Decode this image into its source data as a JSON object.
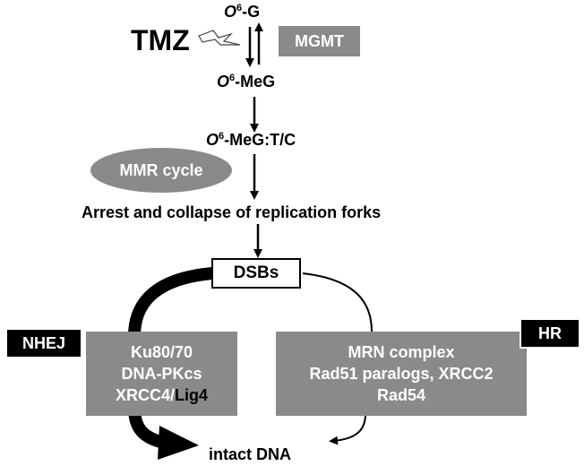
{
  "top": {
    "o6g_prefix": "O",
    "o6g_sup": "6",
    "o6g_suffix": "-G",
    "tmz": "TMZ",
    "mgmt": "MGMT",
    "o6meg_prefix": "O",
    "o6meg_sup": "6",
    "o6meg_suffix": "-MeG",
    "o6megtc_prefix": "O",
    "o6megtc_sup": "6",
    "o6megtc_suffix": "-MeG:T/C"
  },
  "mmr": "MMR cycle",
  "arrest": "Arrest and collapse of replication forks",
  "dsbs": "DSBs",
  "nhej": {
    "tag": "NHEJ",
    "lines": [
      "Ku80/70",
      "DNA-PKcs"
    ],
    "line3_a": "XRCC4/",
    "line3_b": "Lig4"
  },
  "hr": {
    "tag": "HR",
    "lines": [
      "MRN complex",
      "Rad51 paralogs, XRCC2",
      "Rad54"
    ]
  },
  "result": "intact DNA",
  "colors": {
    "box_grey": "#8a8a8a",
    "mmr_grey": "#8a8a8a",
    "tag_black": "#000000",
    "arrow": "#000000"
  }
}
